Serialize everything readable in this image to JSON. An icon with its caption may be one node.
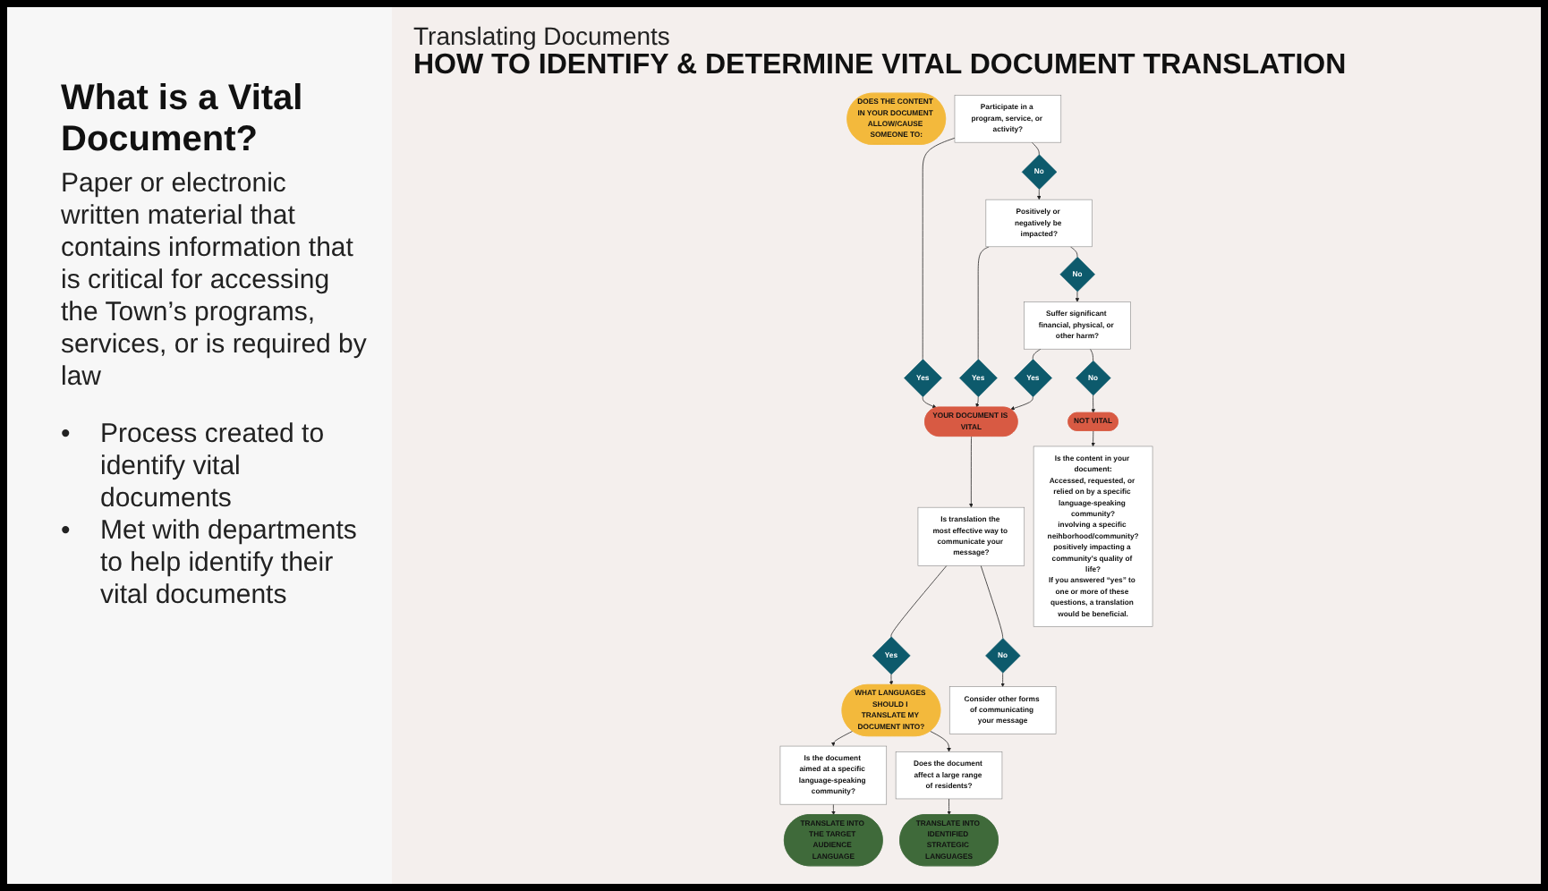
{
  "diagram": {
    "title": "HOW TO IDENTIFY & DETERMINE VITAL DOCUMENT TRANSLATION",
    "nodes": [
      {
        "text": [
          "DOES THE CONTENT IN YOUR DOCUMENT ALLOW/CAUSE SOMEONE TO:"
        ]
      },
      {
        "text": [
          "Participate in a program, service, or activity?"
        ]
      },
      {
        "text": [
          "Yes"
        ]
      },
      {
        "text": [
          "No"
        ]
      },
      {
        "text": [
          "Positively or negatively be impacted?"
        ]
      },
      {
        "text": [
          "Yes"
        ]
      },
      {
        "text": [
          "No"
        ]
      },
      {
        "text": [
          "Suffer significant financial, physical, or other harm?"
        ]
      },
      {
        "text": [
          "Yes"
        ]
      },
      {
        "text": [
          "No"
        ]
      },
      {
        "text": [
          "NOT VITAL"
        ]
      },
      {
        "text": [
          "Is the content in your document:",
          "Accessed, requested, or relied on by a specific language-speaking community?",
          "involving a specific neihborhood/community?",
          "positively impacting a community's quality of life?",
          "If you answered “yes” to one or more of these questions, a translation would be beneficial."
        ]
      },
      {
        "text": [
          "YOUR DOCUMENT IS VITAL"
        ]
      },
      {
        "text": [
          "Is translation the most effective way to communicate your message?"
        ]
      },
      {
        "text": [
          "Yes"
        ]
      },
      {
        "text": [
          "No"
        ]
      },
      {
        "text": [
          "Consider other forms of communicating your message"
        ]
      },
      {
        "text": [
          "WHAT LANGUAGES SHOULD I TRANSLATE MY DOCUMENT INTO?"
        ]
      },
      {
        "text": [
          "Is the document aimed at a specific language-speaking community?"
        ]
      },
      {
        "text": [
          "Does the document affect a large range of residents?"
        ]
      },
      {
        "text": [
          "TRANSLATE INTO THE TARGET AUDIENCE LANGUAGE"
        ]
      },
      {
        "text": [
          "TRANSLATE INTO IDENTIFIED STRATEGIC LANGUAGES"
        ]
      }
    ],
    "edges": [
      {
        "from": 1,
        "to": 2,
        "arrow": "none"
      },
      {
        "from": 2,
        "to": 12,
        "arrow": "to"
      },
      {
        "from": 1,
        "to": 3,
        "arrow": "none"
      },
      {
        "from": 3,
        "to": 4,
        "arrow": "to"
      },
      {
        "from": 4,
        "to": 5,
        "arrow": "none"
      },
      {
        "from": 5,
        "to": 12,
        "arrow": "to"
      },
      {
        "from": 4,
        "to": 6,
        "arrow": "none"
      },
      {
        "from": 6,
        "to": 7,
        "arrow": "to"
      },
      {
        "from": 7,
        "to": 8,
        "arrow": "none"
      },
      {
        "from": 8,
        "to": 12,
        "arrow": "to"
      },
      {
        "from": 7,
        "to": 9,
        "arrow": "none"
      },
      {
        "from": 9,
        "to": 10,
        "arrow": "to"
      },
      {
        "from": 10,
        "to": 11,
        "arrow": "to"
      },
      {
        "from": 12,
        "to": 13,
        "arrow": "to"
      },
      {
        "from": 13,
        "to": 14,
        "arrow": "none"
      },
      {
        "from": 14,
        "to": 17,
        "arrow": "to"
      },
      {
        "from": 13,
        "to": 15,
        "arrow": "none"
      },
      {
        "from": 15,
        "to": 16,
        "arrow": "to"
      },
      {
        "from": 17,
        "to": 18,
        "arrow": "to"
      },
      {
        "from": 17,
        "to": 19,
        "arrow": "to"
      },
      {
        "from": 18,
        "to": 20,
        "arrow": "to"
      },
      {
        "from": 19,
        "to": 21,
        "arrow": "to"
      }
    ],
    "labels": [
      "What is a Vital Document?",
      "Paper or electronic written material that contains information that is critical for accessing the Town’s programs, services, or is required by law",
      "•",
      "Process created to identify vital documents",
      "•",
      "Met with departments to help identify their vital documents",
      "Translating Documents"
    ]
  }
}
